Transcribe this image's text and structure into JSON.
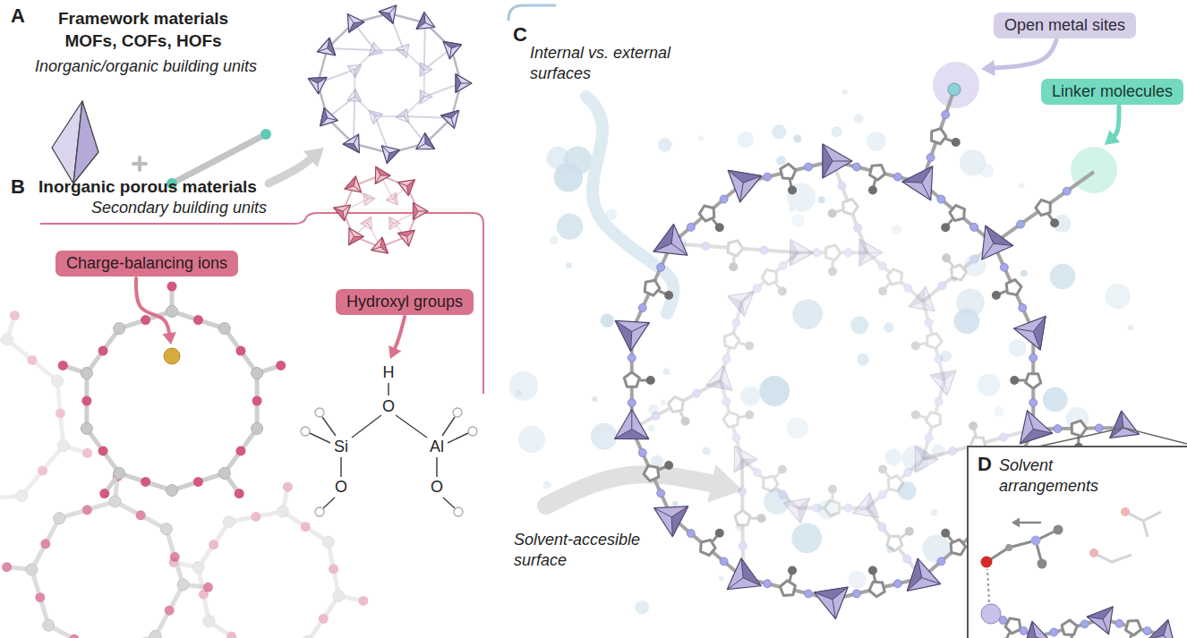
{
  "diagram": {
    "nodes": [
      {
        "text": [
          "Charge-balancing ions"
        ]
      },
      {
        "text": [
          "Hydroxyl groups"
        ]
      },
      {
        "text": [
          "Open metal sites"
        ]
      },
      {
        "text": [
          "Linker molecules"
        ]
      },
      {
        "text": [
          "D",
          "Solvent arrangements"
        ]
      }
    ],
    "labels": [
      "A",
      "Framework materials",
      "MOFs, COFs, HOFs",
      "Inorganic/organic building units",
      "B",
      "Inorganic porous materials",
      "Secondary building units",
      "H",
      "O",
      "Si",
      "Al",
      "O",
      "O",
      "C",
      "Internal vs. external surfaces",
      "Solvent-accesible surface"
    ]
  }
}
